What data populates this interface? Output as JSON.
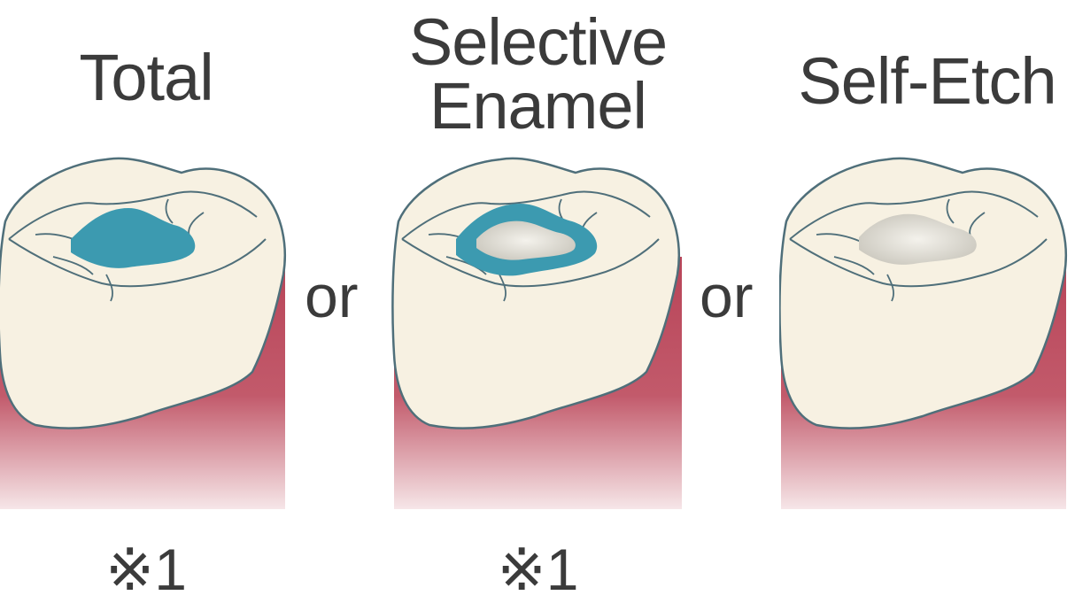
{
  "panels": [
    {
      "title": "Total",
      "note": "※1",
      "etch": "total"
    },
    {
      "title": "Selective\nEnamel",
      "note": "※1",
      "etch": "selective-enamel"
    },
    {
      "title": "Self-Etch",
      "note": "",
      "etch": "self-etch"
    }
  ],
  "separators": [
    "or",
    "or"
  ],
  "colors": {
    "etchant": "#3c9ab0",
    "tooth": "#f7f1e2",
    "gum": "#b84458",
    "outline": "#4f6f7a"
  }
}
